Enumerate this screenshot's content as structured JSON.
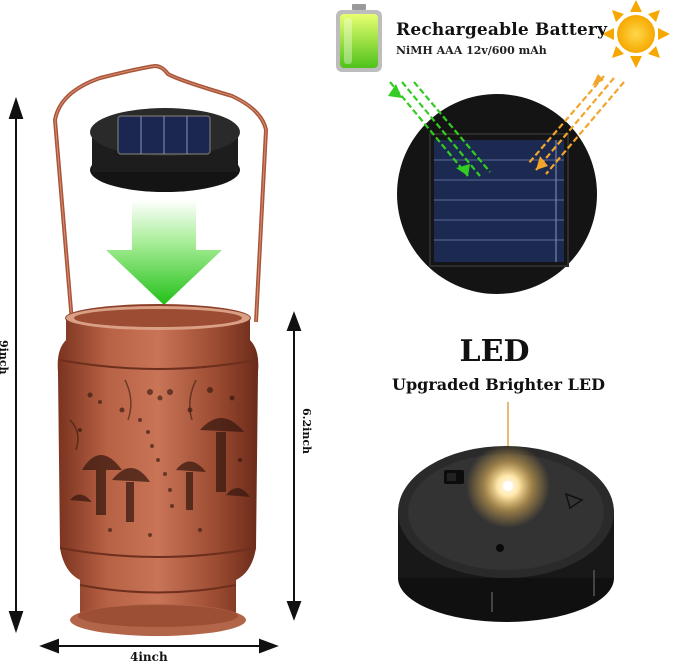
{
  "battery": {
    "title": "Rechargeable Battery",
    "spec": "NiMH AAA 12v/600 mAh"
  },
  "led": {
    "title": "LED",
    "subtitle": "Upgraded Brighter LED"
  },
  "dimensions": {
    "height_total": "9inch",
    "height_body": "6.2inch",
    "width": "4inch"
  },
  "colors": {
    "copper": "#a8553a",
    "copper_dark": "#6e2f1e",
    "arrow_green": "#33cc22",
    "sun_yellow": "#f7b500",
    "solar_cell": "#1c2a52",
    "black_disc": "#1a1a1a"
  }
}
